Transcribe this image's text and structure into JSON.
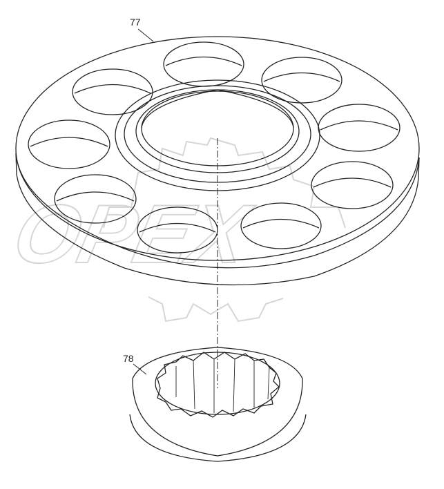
{
  "watermark": {
    "text": "OPEX"
  },
  "callouts": [
    {
      "label": "77"
    },
    {
      "label": "78"
    }
  ],
  "colors": {
    "line": "#222222",
    "watermark": "#d6d6d6"
  }
}
